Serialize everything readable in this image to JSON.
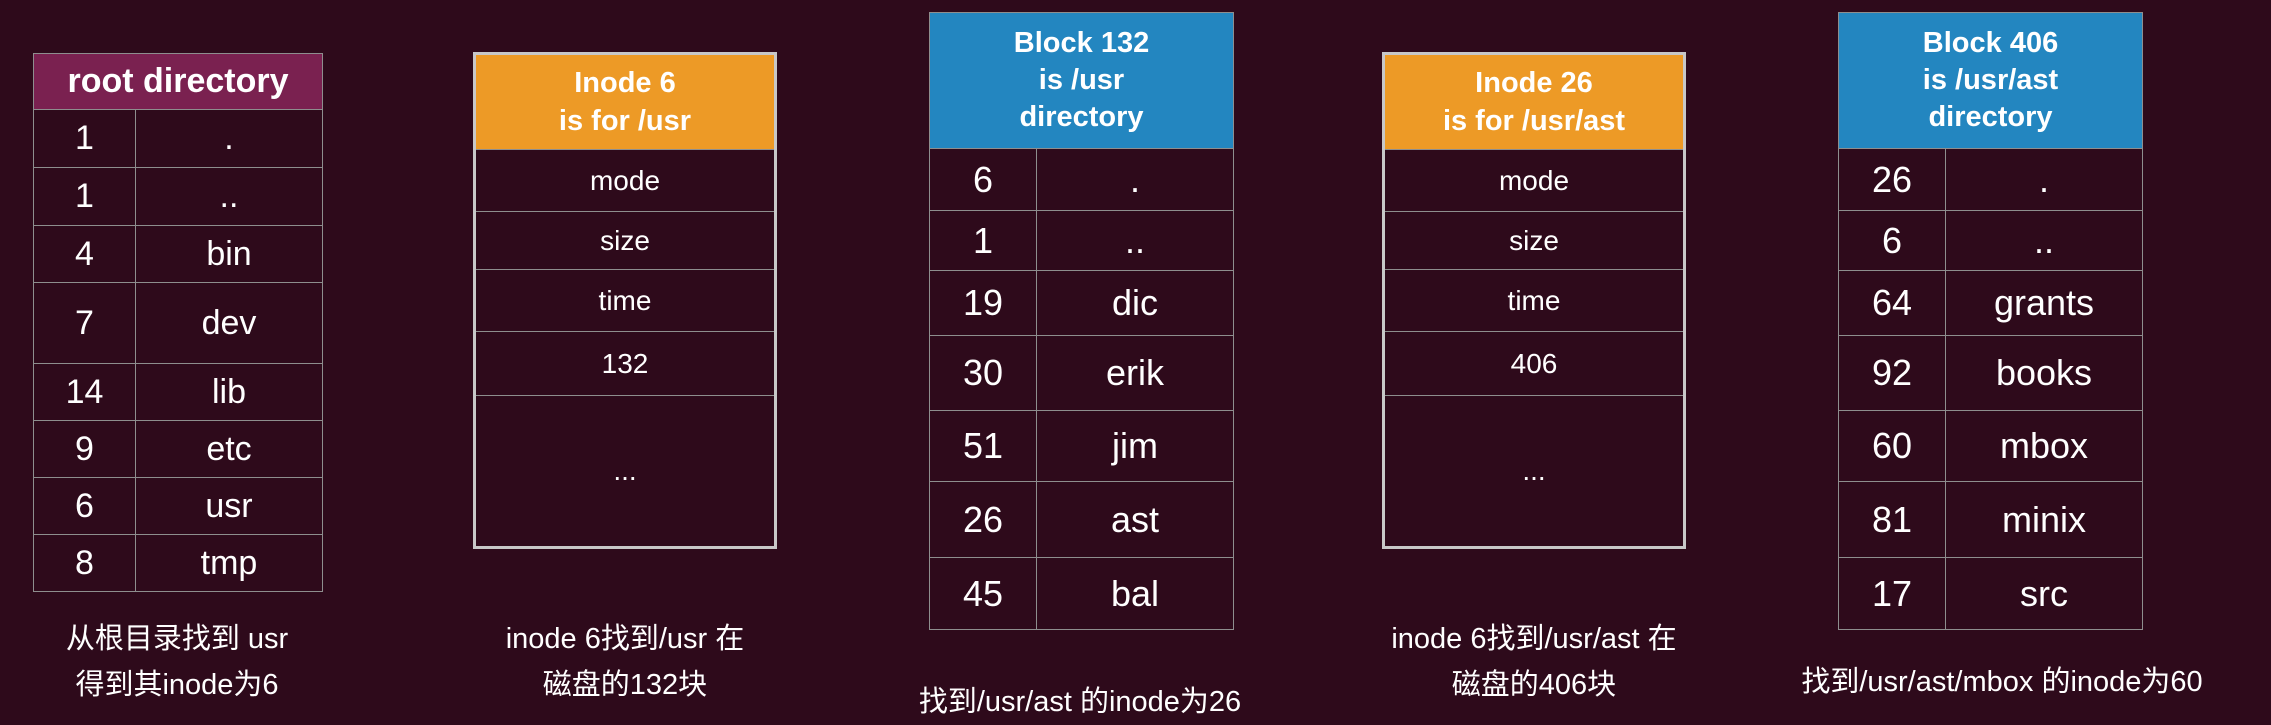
{
  "root_directory": {
    "title": "root directory",
    "rows": [
      {
        "inode": "1",
        "name": "."
      },
      {
        "inode": "1",
        "name": ".."
      },
      {
        "inode": "4",
        "name": "bin"
      },
      {
        "inode": "7",
        "name": "dev"
      },
      {
        "inode": "14",
        "name": "lib"
      },
      {
        "inode": "9",
        "name": "etc"
      },
      {
        "inode": "6",
        "name": "usr"
      },
      {
        "inode": "8",
        "name": "tmp"
      }
    ],
    "caption": [
      "从根目录找到 usr",
      "得到其inode为6"
    ]
  },
  "inode_6": {
    "title": [
      "Inode 6",
      "is for /usr"
    ],
    "fields": [
      "mode",
      "size",
      "time",
      "132",
      "..."
    ],
    "caption": [
      "inode 6找到/usr 在",
      "磁盘的132块"
    ]
  },
  "block_132": {
    "title": [
      "Block 132",
      "is /usr",
      "directory"
    ],
    "rows": [
      {
        "inode": "6",
        "name": "."
      },
      {
        "inode": "1",
        "name": ".."
      },
      {
        "inode": "19",
        "name": "dic"
      },
      {
        "inode": "30",
        "name": "erik"
      },
      {
        "inode": "51",
        "name": "jim"
      },
      {
        "inode": "26",
        "name": "ast"
      },
      {
        "inode": "45",
        "name": "bal"
      }
    ],
    "caption": [
      "找到/usr/ast 的inode为26"
    ]
  },
  "inode_26": {
    "title": [
      "Inode 26",
      "is for /usr/ast"
    ],
    "fields": [
      "mode",
      "size",
      "time",
      "406",
      "..."
    ],
    "caption": [
      "inode 6找到/usr/ast 在",
      "磁盘的406块"
    ]
  },
  "block_406": {
    "title": [
      "Block 406",
      "is /usr/ast",
      "directory"
    ],
    "rows": [
      {
        "inode": "26",
        "name": "."
      },
      {
        "inode": "6",
        "name": ".."
      },
      {
        "inode": "64",
        "name": "grants"
      },
      {
        "inode": "92",
        "name": "books"
      },
      {
        "inode": "60",
        "name": "mbox"
      },
      {
        "inode": "81",
        "name": "minix"
      },
      {
        "inode": "17",
        "name": "src"
      }
    ],
    "caption": [
      "找到/usr/ast/mbox 的inode为60"
    ]
  },
  "colors": {
    "background": "#2e0a1b",
    "root_header": "#7a2150",
    "inode_header": "#ed9a26",
    "block_header": "#2386c0",
    "grid_lines": "#8e8e8e"
  }
}
